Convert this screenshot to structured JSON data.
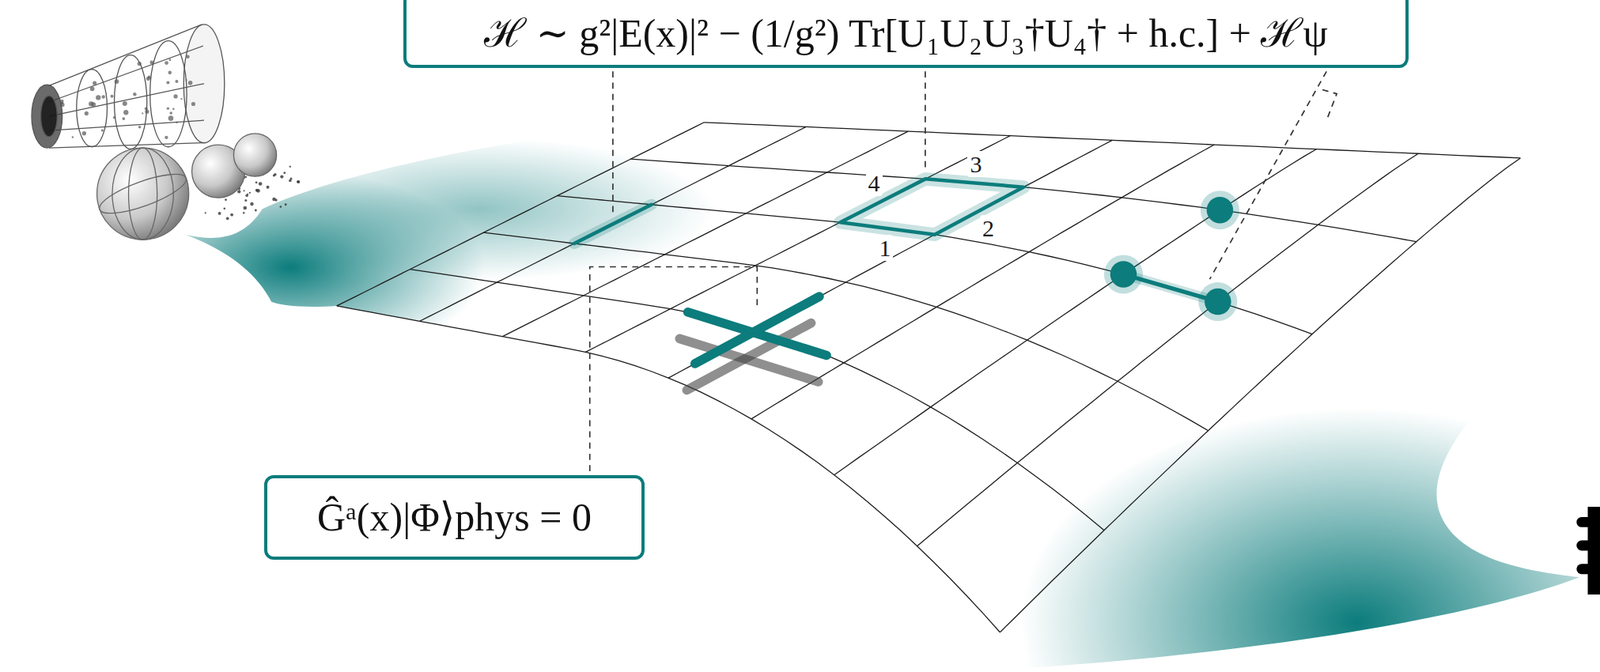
{
  "diagram": {
    "nodes": [
      {
        "text": [
          "ℋ ∼ g²|E(x)|² − (1/g²) Tr[U₁U₂U₃†U₄† + h.c.] + ℋψ"
        ]
      },
      {
        "text": [
          "Ĝᵃ(x)|Φ⟩phys = 0"
        ]
      }
    ],
    "labels": [
      "1",
      "2",
      "3",
      "4"
    ]
  }
}
